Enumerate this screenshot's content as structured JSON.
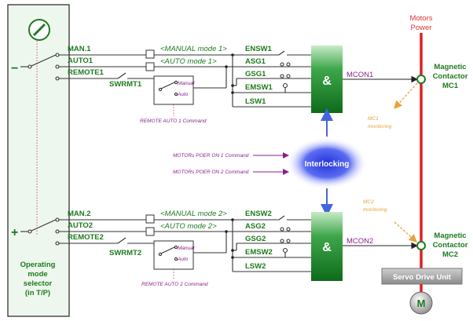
{
  "selector": {
    "label_line1": "Operating",
    "label_line2": "mode",
    "label_line3": "selector",
    "label_line4": "(in T/P)",
    "minus": "−",
    "plus": "+"
  },
  "group1": {
    "man": "MAN.1",
    "auto": "AUTO1",
    "remote": "REMOTE1",
    "swrmt": "SWRMT1",
    "manual_mode": "<MANUAL mode 1>",
    "auto_mode": "<AUTO mode 1>",
    "sw_manual": "Manual",
    "sw_auto": "Auto",
    "remote_cmd": "REMOTE AUTO 1 Command",
    "ensw": "ENSW1",
    "asg": "ASG1",
    "gsg": "GSG1",
    "emsw": "EMSW1",
    "lsw": "LSW1",
    "and": "&",
    "mcon": "MCON1",
    "contactor_l1": "Magnetic",
    "contactor_l2": "Contactor",
    "contactor_l3": "MC1",
    "monitor_l1": "MC1",
    "monitor_l2": "monitoring"
  },
  "group2": {
    "man": "MAN.2",
    "auto": "AUTO2",
    "remote": "REMOTE2",
    "swrmt": "SWRMT2",
    "manual_mode": "<MANUAL mode 2>",
    "auto_mode": "<AUTO mode 2>",
    "sw_manual": "Manual",
    "sw_auto": "Auto",
    "remote_cmd": "REMOTE AUTO 2 Command",
    "ensw": "ENSW2",
    "asg": "ASG2",
    "gsg": "GSG2",
    "emsw": "EMSW2",
    "lsw": "LSW2",
    "and": "&",
    "mcon": "MCON2",
    "contactor_l1": "Magnetic",
    "contactor_l2": "Contactor",
    "contactor_l3": "MC2",
    "monitor_l1": "MC2",
    "monitor_l2": "monitoring"
  },
  "interlock": {
    "label": "Interlocking",
    "cmd1": "MOTORs POER ON 1 Command",
    "cmd2": "MOTORs POER ON 2 Command"
  },
  "power": {
    "line1": "Motors",
    "line2": "Power"
  },
  "servo": "Servo Drive Unit",
  "motor": "M",
  "colors": {
    "green_text": "#1f7a1f",
    "power_line": "#e02020",
    "purple": "#8a1f8a",
    "orange": "#e8a23a",
    "interlock_blue": "#3344ee"
  }
}
